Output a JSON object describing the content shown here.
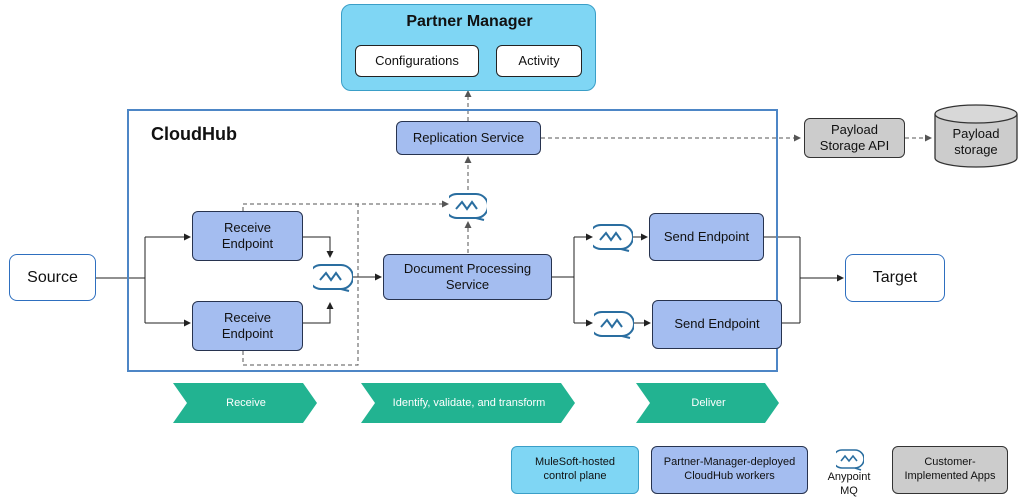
{
  "partner_manager": {
    "title": "Partner Manager",
    "configurations": "Configurations",
    "activity": "Activity"
  },
  "cloudhub": {
    "title": "CloudHub",
    "replication_service": "Replication Service",
    "receive_endpoint_1": "Receive\nEndpoint",
    "receive_endpoint_2": "Receive\nEndpoint",
    "document_processing": "Document Processing\nService",
    "send_endpoint_1": "Send Endpoint",
    "send_endpoint_2": "Send Endpoint"
  },
  "external": {
    "source": "Source",
    "target": "Target",
    "payload_api": "Payload\nStorage API",
    "payload_storage": "Payload\nstorage"
  },
  "stages": [
    "Receive",
    "Identify, validate, and transform",
    "Deliver"
  ],
  "legend": {
    "mulesoft": "MuleSoft-hosted\ncontrol plane",
    "workers": "Partner-Manager-deployed\nCloudHub workers",
    "mq": "Anypoint\nMQ",
    "customer": "Customer-\nImplemented Apps"
  },
  "colors": {
    "control_plane": "#7fd6f4",
    "workers": "#a4bdf0",
    "customer": "#cccccc",
    "stage": "#22b391",
    "border": "#4d86c6",
    "mq_icon": "#2a6ea0"
  }
}
